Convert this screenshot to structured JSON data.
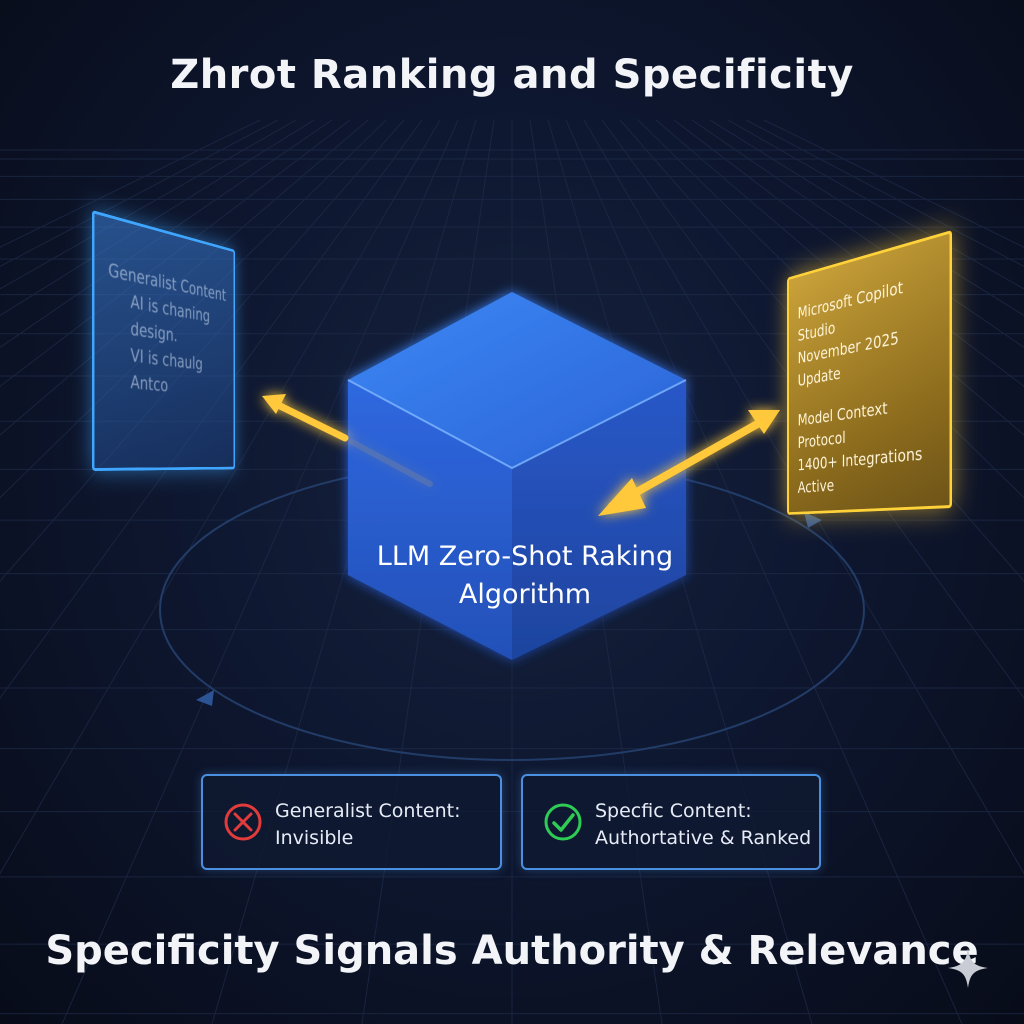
{
  "title": "Zhrot Ranking and Specificity",
  "subtitle": "Specificity Signals Authority & Relevance",
  "left_panel": {
    "lines": [
      "Generalist Content",
      "AI is chaning design.",
      "VI is chaulg Antco"
    ]
  },
  "right_panel": {
    "lines_top": [
      "Microsoft Copilot Studio",
      "November 2025 Update"
    ],
    "lines_bottom": [
      "Model Context Protocol",
      "1400+ Integrations Active"
    ]
  },
  "cube": {
    "line1": "LLM Zero-Shot Raking",
    "line2": "Algorithm"
  },
  "legend": {
    "negative": {
      "line1": "Generalist Content:",
      "line2": "Invisible",
      "icon": "x-circle-icon"
    },
    "positive": {
      "line1": "Specfic Content:",
      "line2": "Authortative & Ranked",
      "icon": "check-circle-icon"
    }
  },
  "colors": {
    "background": "#0b1020",
    "cube_blue": "#2f6fe0",
    "left_panel_border": "#3fa6ff",
    "right_panel_border": "#ffd23a",
    "arrow_gold": "#ffc93a",
    "negative_red": "#e23b3b",
    "positive_green": "#2ecc55"
  }
}
